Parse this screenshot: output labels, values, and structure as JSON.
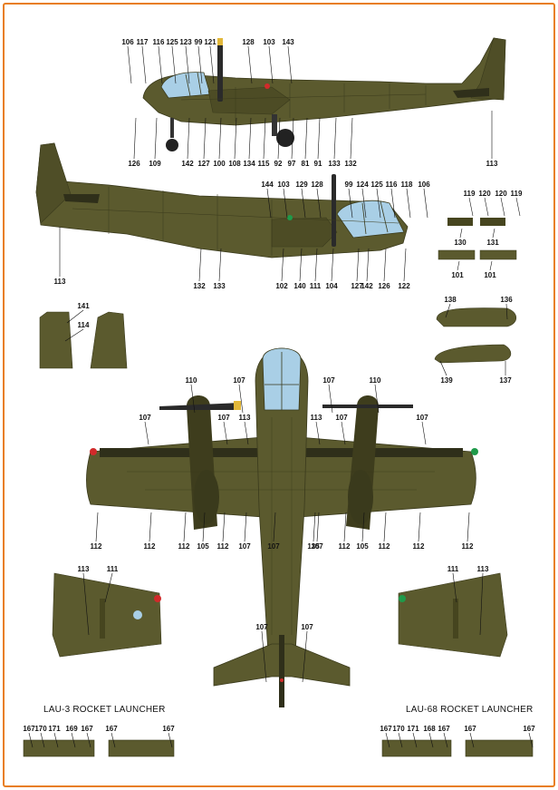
{
  "colors": {
    "border": "#e87e1e",
    "olive": "#5b5a2e",
    "olive_dark": "#46451f",
    "panel_line": "#3a3a1c",
    "canopy": "#a9cfe6",
    "glass_dark": "#6f9fc0",
    "propeller": "#2a2a2a",
    "prop_tip": "#e2b83a",
    "nav_red": "#d12a2a",
    "nav_green": "#1f9a4a"
  },
  "captions": {
    "lau3": "LAU-3 ROCKET LAUNCHER",
    "lau68": "LAU-68 ROCKET LAUNCHER"
  },
  "callouts": {
    "side1": {
      "top": [
        "106",
        "117",
        "116",
        "125",
        "123",
        "99",
        "121",
        "128",
        "103",
        "143"
      ],
      "bottom": [
        "126",
        "109",
        "142",
        "127",
        "100",
        "108",
        "134",
        "115",
        "92",
        "97",
        "81",
        "91",
        "133",
        "132"
      ],
      "tail": "113"
    },
    "side2": {
      "top": [
        "144",
        "103",
        "129",
        "128",
        "99",
        "124",
        "125",
        "116",
        "118",
        "106"
      ],
      "bottom": [
        "132",
        "133",
        "102",
        "140",
        "111",
        "104",
        "127",
        "142",
        "126",
        "122"
      ],
      "tail": "113"
    },
    "canopy_parts": {
      "row1": [
        "119",
        "120",
        "120",
        "119"
      ],
      "row2": [
        "130",
        "131"
      ],
      "row3": [
        "101",
        "101"
      ]
    },
    "fins": [
      "141",
      "114"
    ],
    "sponsons": [
      "138",
      "136",
      "139",
      "137"
    ],
    "top_view": {
      "upper": [
        "110",
        "107",
        "107",
        "110"
      ],
      "wing_left": [
        "107",
        "107",
        "113"
      ],
      "wing_right": [
        "113",
        "107",
        "107"
      ],
      "lower": [
        "112",
        "112",
        "112",
        "105",
        "112",
        "107",
        "107",
        "135",
        "107",
        "112",
        "105",
        "112",
        "112",
        "112"
      ],
      "tail": [
        "107",
        "107"
      ]
    },
    "wing_details": [
      "113",
      "111",
      "111",
      "113"
    ],
    "lau3": [
      "167",
      "170",
      "171",
      "169",
      "167",
      "167",
      "167"
    ],
    "lau68": [
      "167",
      "170",
      "171",
      "168",
      "167",
      "167",
      "167"
    ]
  }
}
